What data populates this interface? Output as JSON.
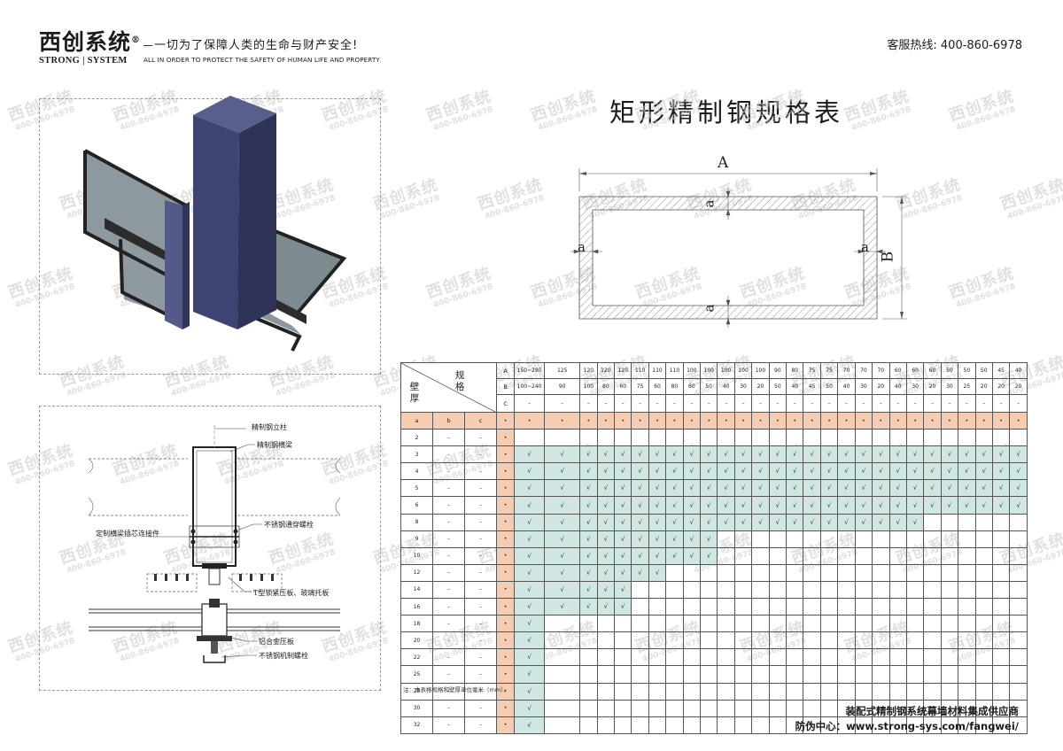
{
  "header": {
    "logo_cn": "西创系统",
    "logo_reg": "®",
    "logo_en": "STRONG | SYSTEM",
    "tagline_cn": "一切为了保障人类的生命与财产安全!",
    "tagline_en": "ALL IN ORDER TO PROTECT THE SAFETY OF HUMAN LIFE AND PROPERTY",
    "hotline": "客服热线: 400-860-6978"
  },
  "title": "矩形精制钢规格表",
  "diagram": {
    "dim_a": "A",
    "dim_b": "B",
    "wall": "a"
  },
  "node_labels": {
    "l1": "精制钢立柱",
    "l2": "精制钢横梁",
    "l3": "定制横梁插芯连接件",
    "l4": "不锈钢通穿螺栓",
    "l5": "T型锁紧压板、玻璃托板",
    "l6": "铝合金压板",
    "l7": "不锈钢机制螺栓"
  },
  "table": {
    "corner_spec": "规格",
    "corner_wall": "壁厚",
    "label_A": "A",
    "label_B": "B",
    "label_C": "C",
    "A_values": [
      "150~280",
      "125",
      "120",
      "120",
      "120",
      "110",
      "110",
      "110",
      "100",
      "100",
      "100",
      "100",
      "100",
      "90",
      "80",
      "75",
      "75",
      "70",
      "70",
      "70",
      "60",
      "60",
      "60",
      "50",
      "50",
      "50",
      "45",
      "40"
    ],
    "B_values": [
      "100~240",
      "90",
      "100",
      "80",
      "60",
      "75",
      "60",
      "80",
      "60",
      "50",
      "40",
      "30",
      "20",
      "50",
      "40",
      "45",
      "50",
      "40",
      "30",
      "20",
      "40",
      "30",
      "20",
      "30",
      "25",
      "20",
      "20",
      "20"
    ],
    "dash": "–",
    "dot": "•",
    "check": "√",
    "sub_headers": [
      "a",
      "b",
      "c"
    ],
    "thicknesses": [
      "2",
      "3",
      "4",
      "5",
      "6",
      "8",
      "9",
      "10",
      "12",
      "14",
      "16",
      "18",
      "20",
      "22",
      "25",
      "28",
      "30",
      "32"
    ],
    "max_col": [
      0,
      28,
      28,
      28,
      28,
      22,
      10,
      10,
      7,
      5,
      5,
      1,
      1,
      1,
      1,
      1,
      1,
      1
    ]
  },
  "note": "注：本表格规格和壁厚单位毫米（mm）。",
  "footer": {
    "line1": "装配式精制钢系统幕墙材料集成供应商",
    "line2": "防伪中心：www.strong-sys.com/fangwei/"
  },
  "watermark": {
    "text": "西创系统",
    "number": "400-860-6978"
  },
  "colors": {
    "accent_orange": "#f6cdb0",
    "check_fill": "#cfe6e3",
    "column_blue": "#3f4371"
  }
}
